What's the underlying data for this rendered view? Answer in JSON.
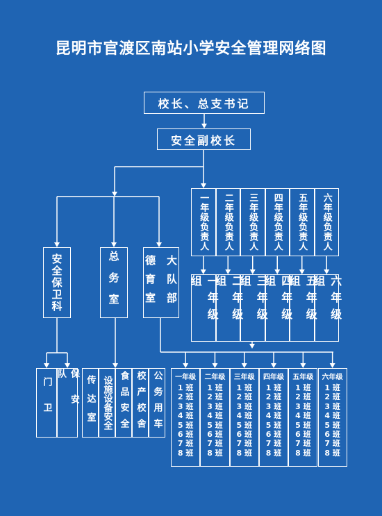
{
  "title": "昆明市官渡区南站小学安全管理网络图",
  "principal": "校长、总支书记",
  "vice_principal": "安全副校长",
  "departments": {
    "security": "安全保卫科",
    "general": "总务室",
    "moral": {
      "col1": "德育室",
      "col2": "大队部"
    }
  },
  "security_sub": [
    "门卫",
    "保安队"
  ],
  "general_sub": [
    "传达室",
    "设施设备安全",
    "食品安全",
    "校产校舍",
    "公务用车"
  ],
  "grade_heads": [
    "一年级负责人",
    "二年级负责人",
    "三年级负责人",
    "四年级负责人",
    "五年级负责人",
    "六年级负责人"
  ],
  "grade_groups": [
    "一年级组",
    "二年级组",
    "三年级组",
    "四年级组",
    "五年级组",
    "六年级组"
  ],
  "class_grades": [
    "一年级",
    "二年级",
    "三年级",
    "四年级",
    "五年级",
    "六年级"
  ],
  "class_items": [
    "1 班",
    "2 班",
    "3 班",
    "4 班",
    "5 班",
    "6 班",
    "7 班",
    "8 班"
  ]
}
